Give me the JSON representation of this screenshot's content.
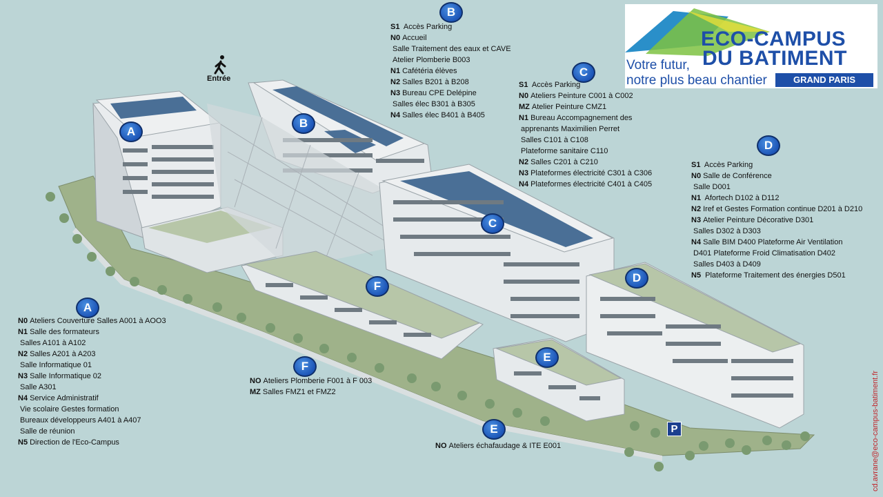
{
  "logo": {
    "name_line1": "ECO-CAMPUS",
    "name_line2": "DU BATIMENT",
    "tagline_line1": "Votre futur,",
    "tagline_line2": "notre plus beau chantier",
    "region": "GRAND PARIS"
  },
  "entrance_label": "Entrée",
  "contact_email": "cd.avrane@eco-campus-batiment.fr",
  "parking_symbol": "P",
  "map_badges": [
    "A",
    "B",
    "C",
    "D",
    "E",
    "F"
  ],
  "buildings": [
    {
      "id": "A",
      "floors": [
        {
          "level": "N0",
          "text": "Ateliers  Couverture  Salles A001 à AOO3"
        },
        {
          "level": "N1",
          "text": "Salle des formateurs"
        },
        {
          "level": "",
          "text": "Salles A101 à A102"
        },
        {
          "level": "N2",
          "text": "Salles A201 à  A203"
        },
        {
          "level": "",
          "text": "Salle Informatique  01"
        },
        {
          "level": "N3",
          "text": "Salle Informatique  02"
        },
        {
          "level": "",
          "text": "Salle A301"
        },
        {
          "level": "N4",
          "text": "Service Administratif"
        },
        {
          "level": "",
          "text": "Vie scolaire Gestes  formation"
        },
        {
          "level": "",
          "text": " Bureaux développeurs  A401 à A407"
        },
        {
          "level": "",
          "text": "Salle de réunion"
        },
        {
          "level": "N5",
          "text": "Direction de l'Eco-Campus"
        }
      ]
    },
    {
      "id": "B",
      "floors": [
        {
          "level": "S1",
          "text": " Accès Parking"
        },
        {
          "level": "N0",
          "text": "Accueil"
        },
        {
          "level": "",
          "text": "Salle Traitement  des eaux et CAVE"
        },
        {
          "level": "",
          "text": "Atelier  Plomberie  B003"
        },
        {
          "level": "N1",
          "text": "Cafétéria  élèves"
        },
        {
          "level": "N2",
          "text": "Salles B201 à B208"
        },
        {
          "level": "N3",
          "text": "Bureau CPE Delépine"
        },
        {
          "level": "",
          "text": "Salles élec B301 à B305"
        },
        {
          "level": "N4",
          "text": "Salles élec B401 à B405"
        }
      ]
    },
    {
      "id": "C",
      "floors": [
        {
          "level": "S1",
          "text": " Accès Parking"
        },
        {
          "level": "N0",
          "text": "Ateliers  Peinture  C001 à C002"
        },
        {
          "level": "MZ",
          "text": "Atelier  Peinture  CMZ1"
        },
        {
          "level": "N1",
          "text": "Bureau Accompagnement  des"
        },
        {
          "level": "",
          "text": "apprenants  Maximilien  Perret"
        },
        {
          "level": "",
          "text": "Salles  C101 à C108"
        },
        {
          "level": "",
          "text": "Plateforme  sanitaire  C110"
        },
        {
          "level": "N2",
          "text": "Salles C201 à C210"
        },
        {
          "level": "N3",
          "text": "Plateformes électricité  C301 à C306"
        },
        {
          "level": "N4",
          "text": "Plateformes électricité  C401 à C405"
        }
      ]
    },
    {
      "id": "D",
      "floors": [
        {
          "level": "S1",
          "text": " Accès Parking"
        },
        {
          "level": "N0",
          "text": "Salle de Conférence"
        },
        {
          "level": "",
          "text": "Salle D001"
        },
        {
          "level": "N1",
          "text": " Afortech  D102 à D112"
        },
        {
          "level": "N2",
          "text": "Iref et Gestes  Formation  continue  D201 à D210"
        },
        {
          "level": "N3",
          "text": "Atelier  Peinture  Décorative  D301"
        },
        {
          "level": "",
          "text": "Salles D302 à D303"
        },
        {
          "level": "N4",
          "text": "Salle BIM  D400  Plateforme  Air  Ventilation"
        },
        {
          "level": "",
          "text": "D401 Plateforme  Froid Climatisation  D402"
        },
        {
          "level": "",
          "text": "Salles D403 à D409"
        },
        {
          "level": "N5",
          "text": " Plateforme  Traitement  des énergies  D501"
        }
      ]
    },
    {
      "id": "E",
      "floors": [
        {
          "level": "NO",
          "text": "Ateliers  échafaudage  & ITE E001"
        }
      ]
    },
    {
      "id": "F",
      "floors": [
        {
          "level": "NO",
          "text": "Ateliers  Plomberie  F001 à F 003"
        },
        {
          "level": "MZ",
          "text": "Salles FMZ1  et FMZ2"
        }
      ]
    }
  ]
}
